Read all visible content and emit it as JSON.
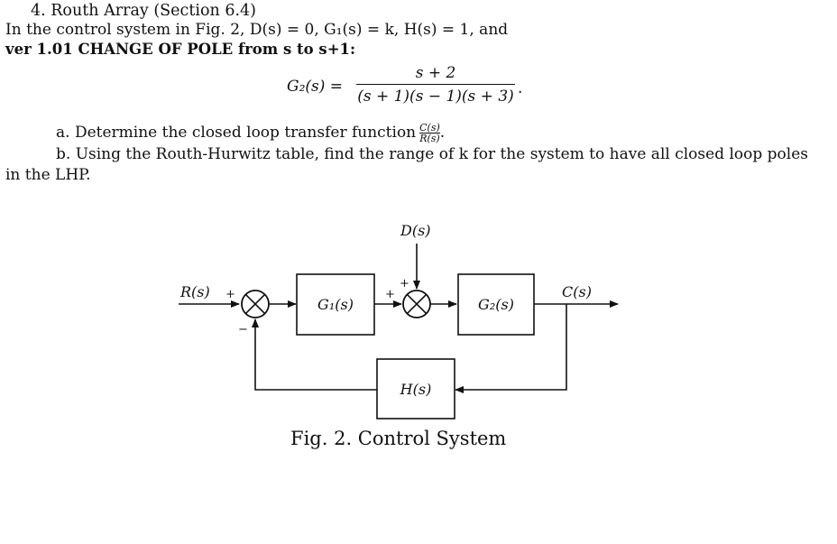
{
  "problem": {
    "heading": "4. Routh Array (Section 6.4)",
    "intro": "In the control system in Fig. 2, D(s) = 0, G₁(s) = k, H(s) = 1, and",
    "version_note": "ver 1.01 CHANGE OF POLE from s to s+1:",
    "equation": {
      "lhs": "G₂(s) =",
      "numerator": "s + 2",
      "denominator": "(s + 1)(s − 1)(s + 3)",
      "terminator": "."
    },
    "part_a": {
      "text": "a. Determine the closed loop transfer function",
      "frac_num": "C(s)",
      "frac_den": "R(s)",
      "end": "."
    },
    "part_b": "b. Using the Routh-Hurwitz table, find the range of k for the system to have all closed loop poles",
    "part_b_cont": "in the LHP."
  },
  "diagram": {
    "disturbance_label": "D(s)",
    "input_label": "R(s)",
    "output_label": "C(s)",
    "block_g1": "G₁(s)",
    "block_g2": "G₂(s)",
    "block_h": "H(s)",
    "sum1_plus": "+",
    "sum1_minus": "−",
    "sum2_left_plus": "+",
    "sum2_top_plus": "+",
    "caption": "Fig. 2. Control System"
  }
}
